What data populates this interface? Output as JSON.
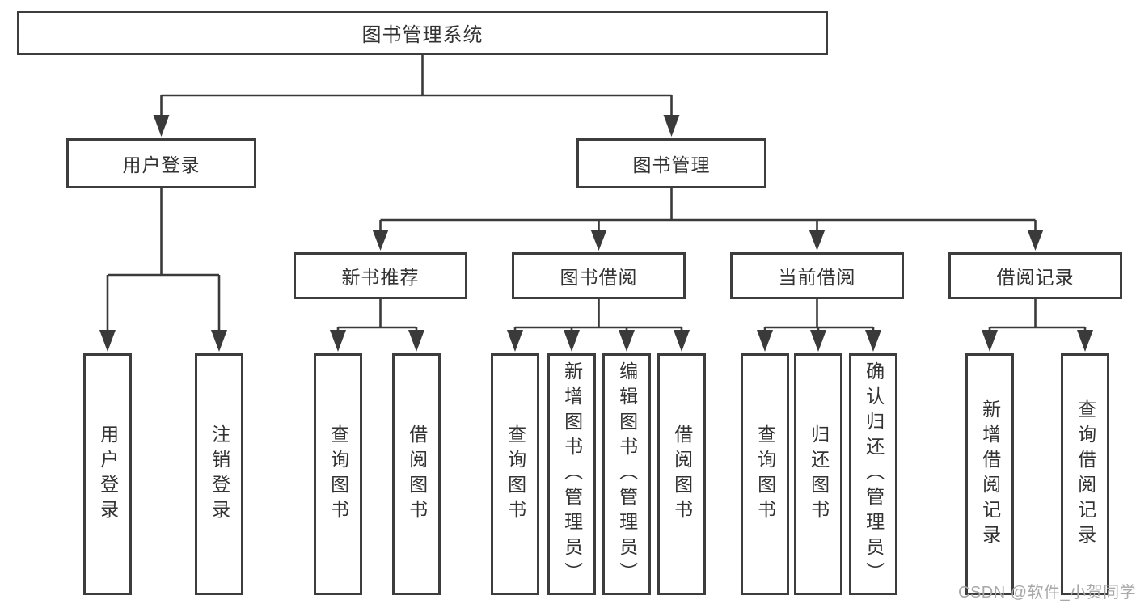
{
  "diagram": {
    "root": {
      "label": "图书管理系统"
    },
    "branches": [
      {
        "label": "用户登录",
        "children": [
          {
            "label": "用户登录"
          },
          {
            "label": "注销登录"
          }
        ]
      },
      {
        "label": "图书管理",
        "children": [
          {
            "label": "新书推荐",
            "children": [
              {
                "label": "查询图书"
              },
              {
                "label": "借阅图书"
              }
            ]
          },
          {
            "label": "图书借阅",
            "children": [
              {
                "label": "查询图书"
              },
              {
                "label": "新增图书（管理员）"
              },
              {
                "label": "编辑图书（管理员）"
              },
              {
                "label": "借阅图书"
              }
            ]
          },
          {
            "label": "当前借阅",
            "children": [
              {
                "label": "查询图书"
              },
              {
                "label": "归还图书"
              },
              {
                "label": "确认归还（管理员）"
              }
            ]
          },
          {
            "label": "借阅记录",
            "children": [
              {
                "label": "新增借阅记录"
              },
              {
                "label": "查询借阅记录"
              }
            ]
          }
        ]
      }
    ]
  },
  "watermark": {
    "text": "CSDN @软件_小贺同学"
  },
  "colors": {
    "background": "#ffffff",
    "line": "#3a3a3a",
    "box_border": "#3d3d3d",
    "box_fill": "#ffffff",
    "text": "#333333",
    "watermark": "#a8a8a8"
  }
}
